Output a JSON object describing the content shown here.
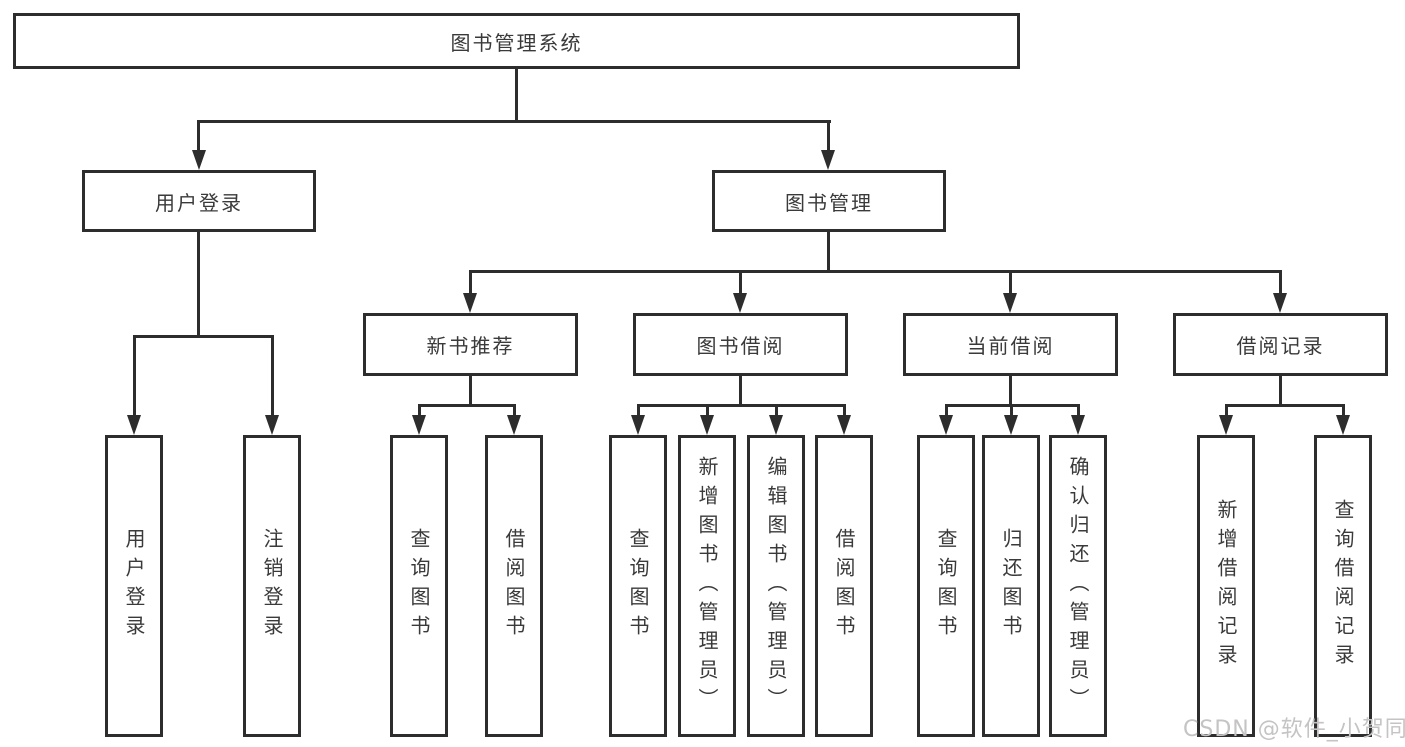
{
  "diagram": {
    "root": {
      "label": "图书管理系统",
      "children": [
        {
          "label": "用户登录",
          "children": [
            {
              "label": "用户登录"
            },
            {
              "label": "注销登录"
            }
          ]
        },
        {
          "label": "图书管理",
          "children": [
            {
              "label": "新书推荐",
              "children": [
                {
                  "label": "查询图书"
                },
                {
                  "label": "借阅图书"
                }
              ]
            },
            {
              "label": "图书借阅",
              "children": [
                {
                  "label": "查询图书"
                },
                {
                  "label": "新增图书（管理员）"
                },
                {
                  "label": "编辑图书（管理员）"
                },
                {
                  "label": "借阅图书"
                }
              ]
            },
            {
              "label": "当前借阅",
              "children": [
                {
                  "label": "查询图书"
                },
                {
                  "label": "归还图书"
                },
                {
                  "label": "确认归还（管理员）"
                }
              ]
            },
            {
              "label": "借阅记录",
              "children": [
                {
                  "label": "新增借阅记录"
                },
                {
                  "label": "查询借阅记录"
                }
              ]
            }
          ]
        }
      ]
    }
  },
  "watermark": {
    "text": "CSDN @软件_小贺同学",
    "color": "#c5c3c3"
  },
  "colors": {
    "line": "#2d2d2d",
    "text": "#3a3a3a",
    "background": "#ffffff"
  }
}
